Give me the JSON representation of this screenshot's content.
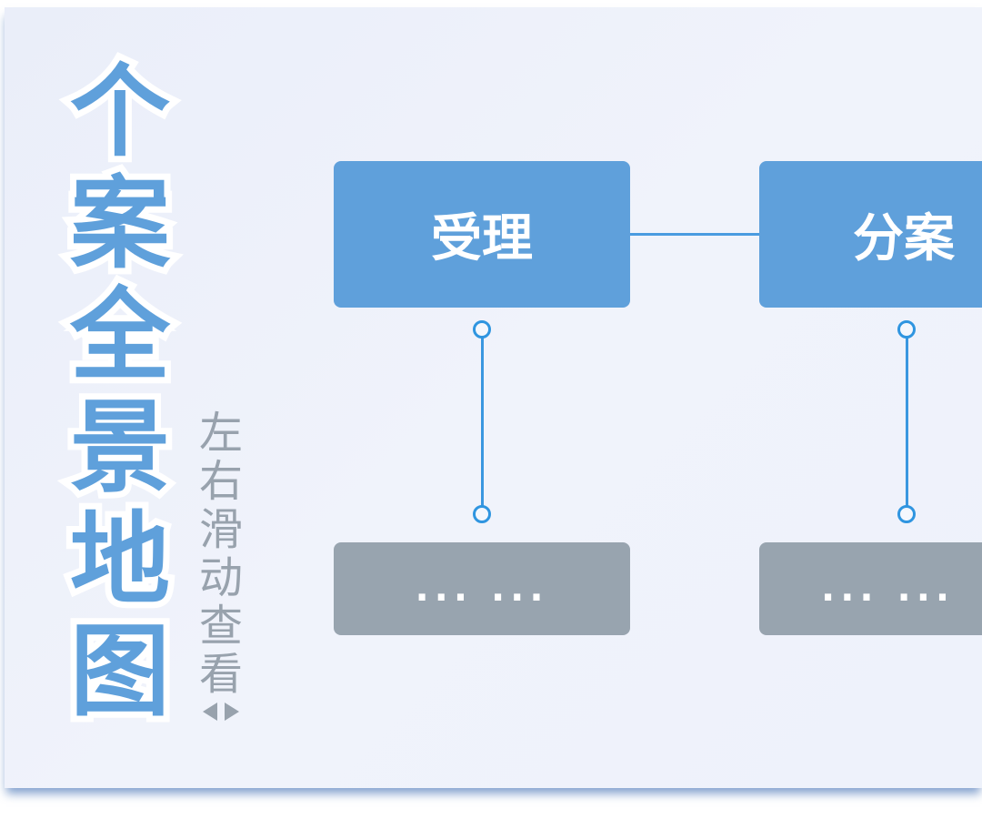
{
  "title": [
    "个",
    "案",
    "全",
    "景",
    "地",
    "图"
  ],
  "hint": {
    "chars": [
      "左",
      "右",
      "滑",
      "动",
      "查",
      "看"
    ],
    "arrows": "left-right-arrows"
  },
  "stages": [
    {
      "label": "受理",
      "detail": "... ..."
    },
    {
      "label": "分案",
      "detail": "... ..."
    }
  ],
  "colors": {
    "node": "#5fa0db",
    "detail": "#98a4af",
    "connector": "#3a97e0",
    "hint": "#98a2ad"
  }
}
